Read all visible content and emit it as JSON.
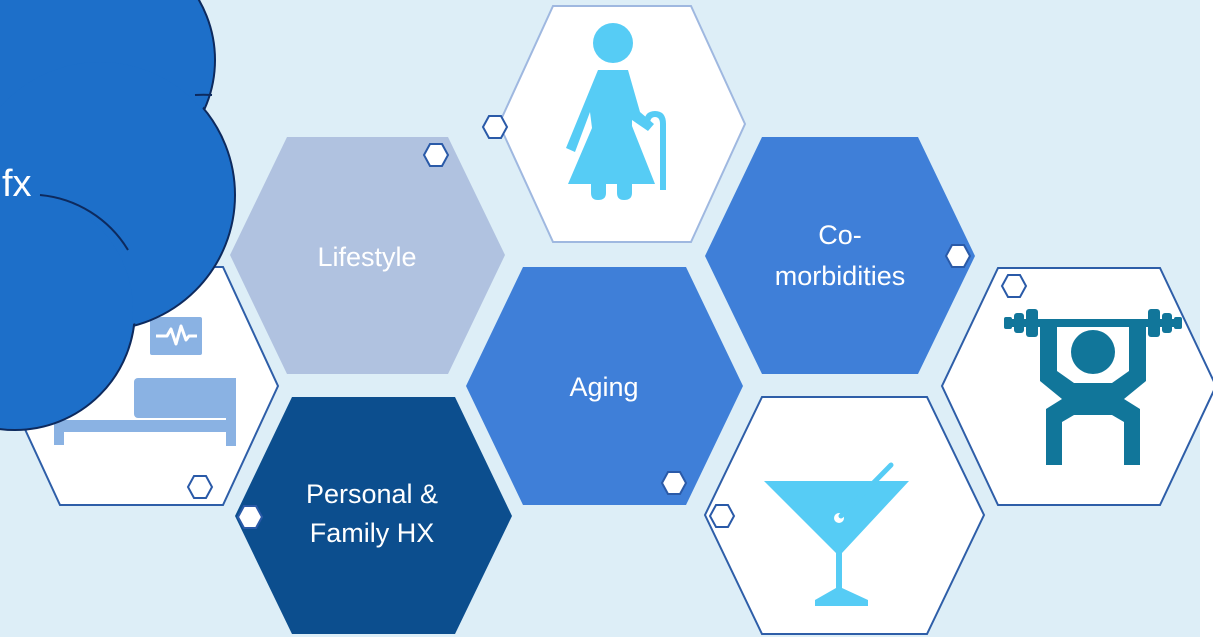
{
  "colors": {
    "background": "#ddeef7",
    "lifestyle": "#b0c2e0",
    "aging": "#3f7fd8",
    "comorbidities": "#3f7fd8",
    "personal_family": "#0c4e8e",
    "outline_hex": "#ffffff",
    "outline_stroke": "#2e5ea8",
    "cloud": "#1d6fc9",
    "icon_elderly": "#56ccf5",
    "icon_bed": "#8ab2e3",
    "icon_cocktail": "#56ccf5",
    "icon_weightlifter": "#11769a"
  },
  "cloud": {
    "partial_text": "fx"
  },
  "hexagons": {
    "lifestyle": {
      "label": "Lifestyle"
    },
    "aging": {
      "label": "Aging"
    },
    "comorbidities": {
      "line1": "Co-",
      "line2": "morbidities"
    },
    "personal_family": {
      "line1": "Personal &",
      "line2": "Family HX"
    }
  },
  "icons": {
    "elderly": "elderly-person-with-cane-icon",
    "bed": "hospital-bed-monitor-icon",
    "cocktail": "cocktail-glass-icon",
    "weightlifter": "weightlifter-icon"
  }
}
